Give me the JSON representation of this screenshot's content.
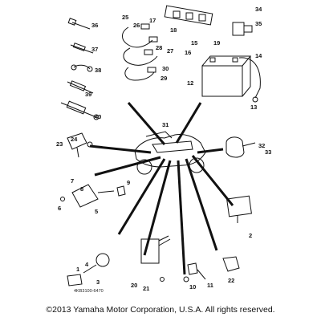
{
  "diagram": {
    "callouts": [
      "1",
      "2",
      "3",
      "4",
      "5",
      "6",
      "7",
      "8",
      "9",
      "10",
      "11",
      "12",
      "13",
      "14",
      "15",
      "16",
      "17",
      "18",
      "19",
      "20",
      "21",
      "22",
      "23",
      "24",
      "25",
      "26",
      "27",
      "28",
      "29",
      "30",
      "31",
      "32",
      "33",
      "34",
      "35",
      "36",
      "37",
      "38",
      "39",
      "40"
    ],
    "part_code": "4KB3100-6470"
  },
  "footer": {
    "copyright": "©2013 Yamaha Motor Corporation, U.S.A. All rights reserved."
  }
}
